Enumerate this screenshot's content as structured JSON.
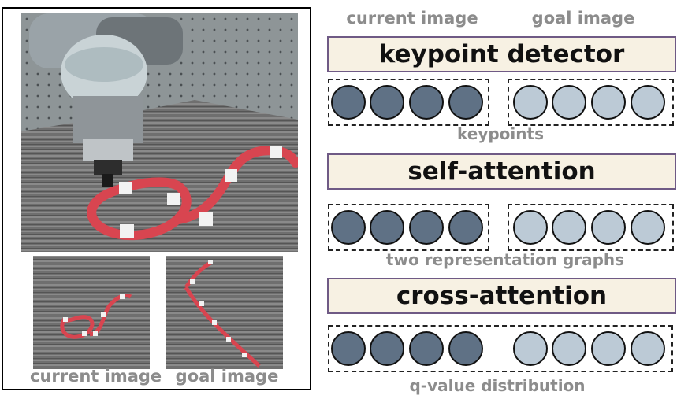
{
  "left_panel": {
    "caption_current": "current image",
    "caption_goal": "goal image"
  },
  "right_panel": {
    "header_current": "current image",
    "header_goal": "goal image",
    "stages": [
      {
        "block": "keypoint detector",
        "output_label": "keypoints"
      },
      {
        "block": "self-attention",
        "output_label": "two representation graphs"
      },
      {
        "block": "cross-attention",
        "output_label": "q-value distribution"
      }
    ],
    "nodes_per_group": 4,
    "colors": {
      "current_node": "#5f7185",
      "goal_node": "#bccad6",
      "block_fill": "#f7f1e3",
      "block_border": "#6f5a85",
      "label_gray": "#8c8c8c",
      "rope": "#d84550"
    },
    "icons": [
      "robot-arm-photo",
      "rope-photo"
    ]
  }
}
